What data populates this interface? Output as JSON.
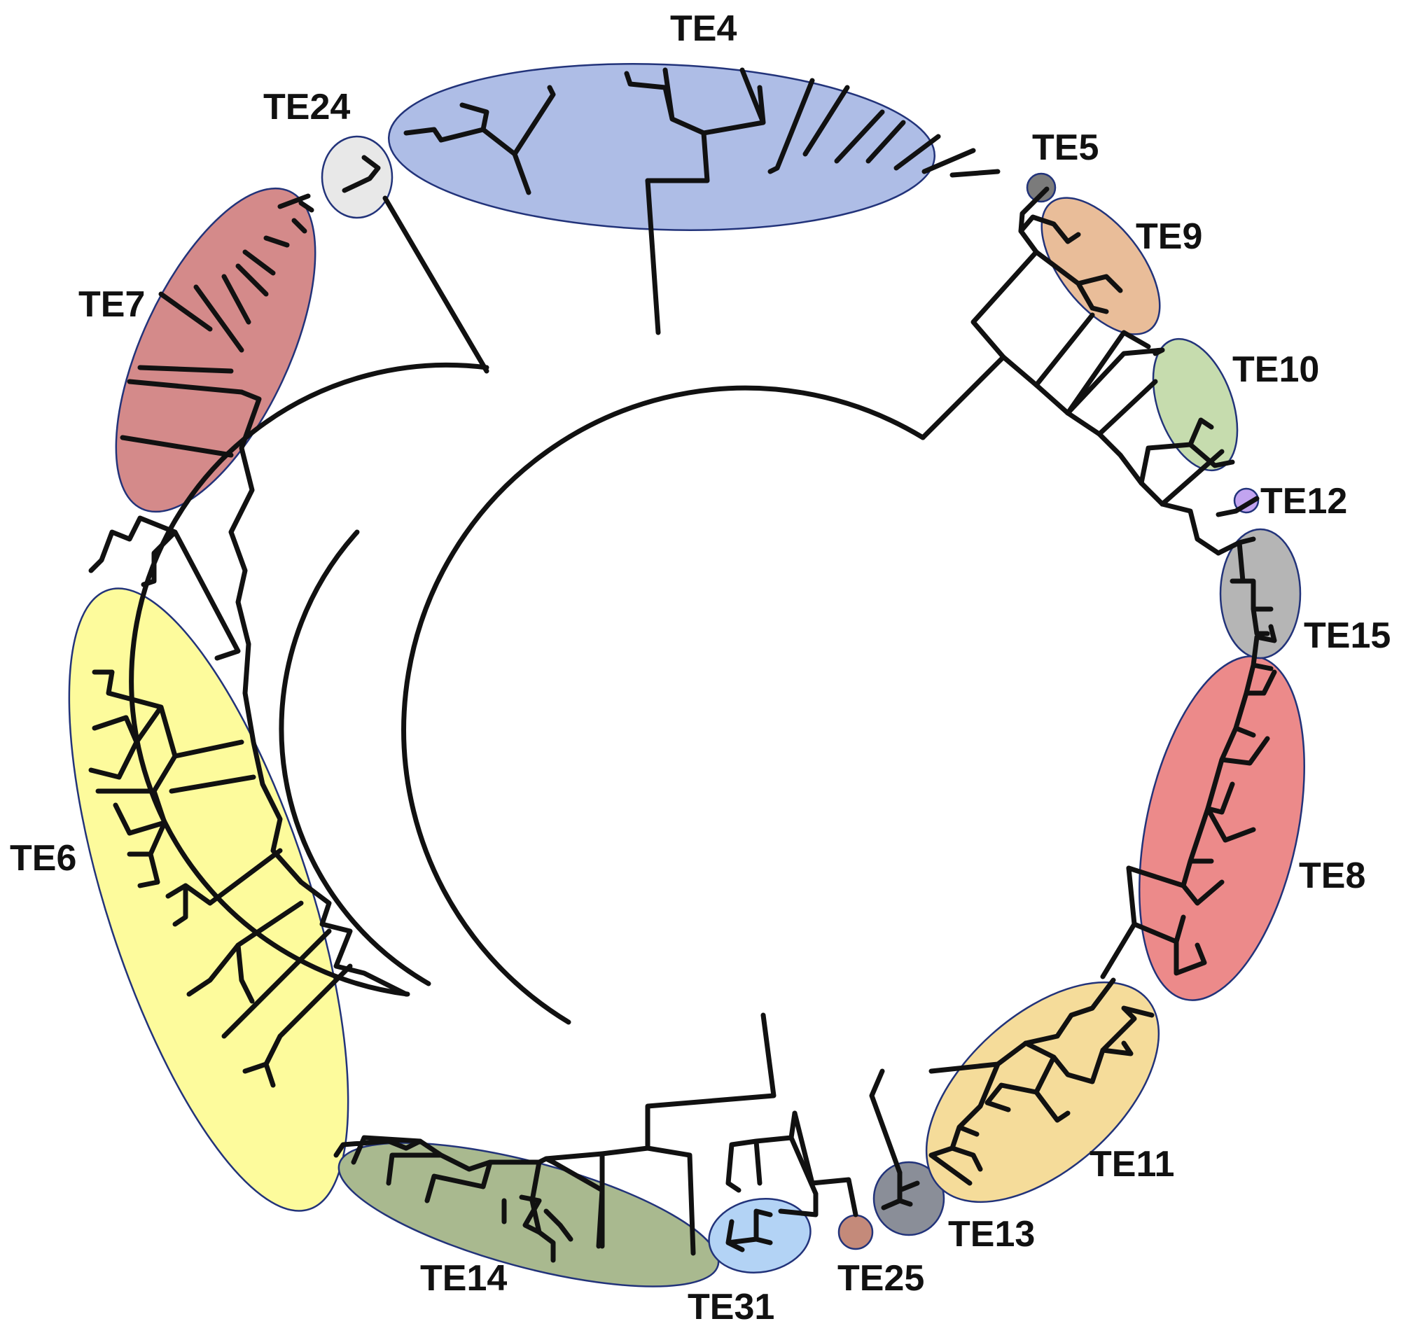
{
  "clades": [
    {
      "id": "TE4",
      "label": "TE4",
      "color": "#aebde6"
    },
    {
      "id": "TE24",
      "label": "TE24",
      "color": "#e8e8e8"
    },
    {
      "id": "TE7",
      "label": "TE7",
      "color": "#d48a8a"
    },
    {
      "id": "TE6",
      "label": "TE6",
      "color": "#fdfb9c"
    },
    {
      "id": "TE14",
      "label": "TE14",
      "color": "#a9b98f"
    },
    {
      "id": "TE31",
      "label": "TE31",
      "color": "#b3d3f5"
    },
    {
      "id": "TE25",
      "label": "TE25",
      "color": "#c48a7a"
    },
    {
      "id": "TE13",
      "label": "TE13",
      "color": "#8a8e98"
    },
    {
      "id": "TE11",
      "label": "TE11",
      "color": "#f5dc9a"
    },
    {
      "id": "TE8",
      "label": "TE8",
      "color": "#ec8a8a"
    },
    {
      "id": "TE15",
      "label": "TE15",
      "color": "#b5b5b5"
    },
    {
      "id": "TE12",
      "label": "TE12",
      "color": "#c2a4f0"
    },
    {
      "id": "TE10",
      "label": "TE10",
      "color": "#c6dcae"
    },
    {
      "id": "TE9",
      "label": "TE9",
      "color": "#e9bd99"
    },
    {
      "id": "TE5",
      "label": "TE5",
      "color": "#7b7b7b"
    }
  ]
}
